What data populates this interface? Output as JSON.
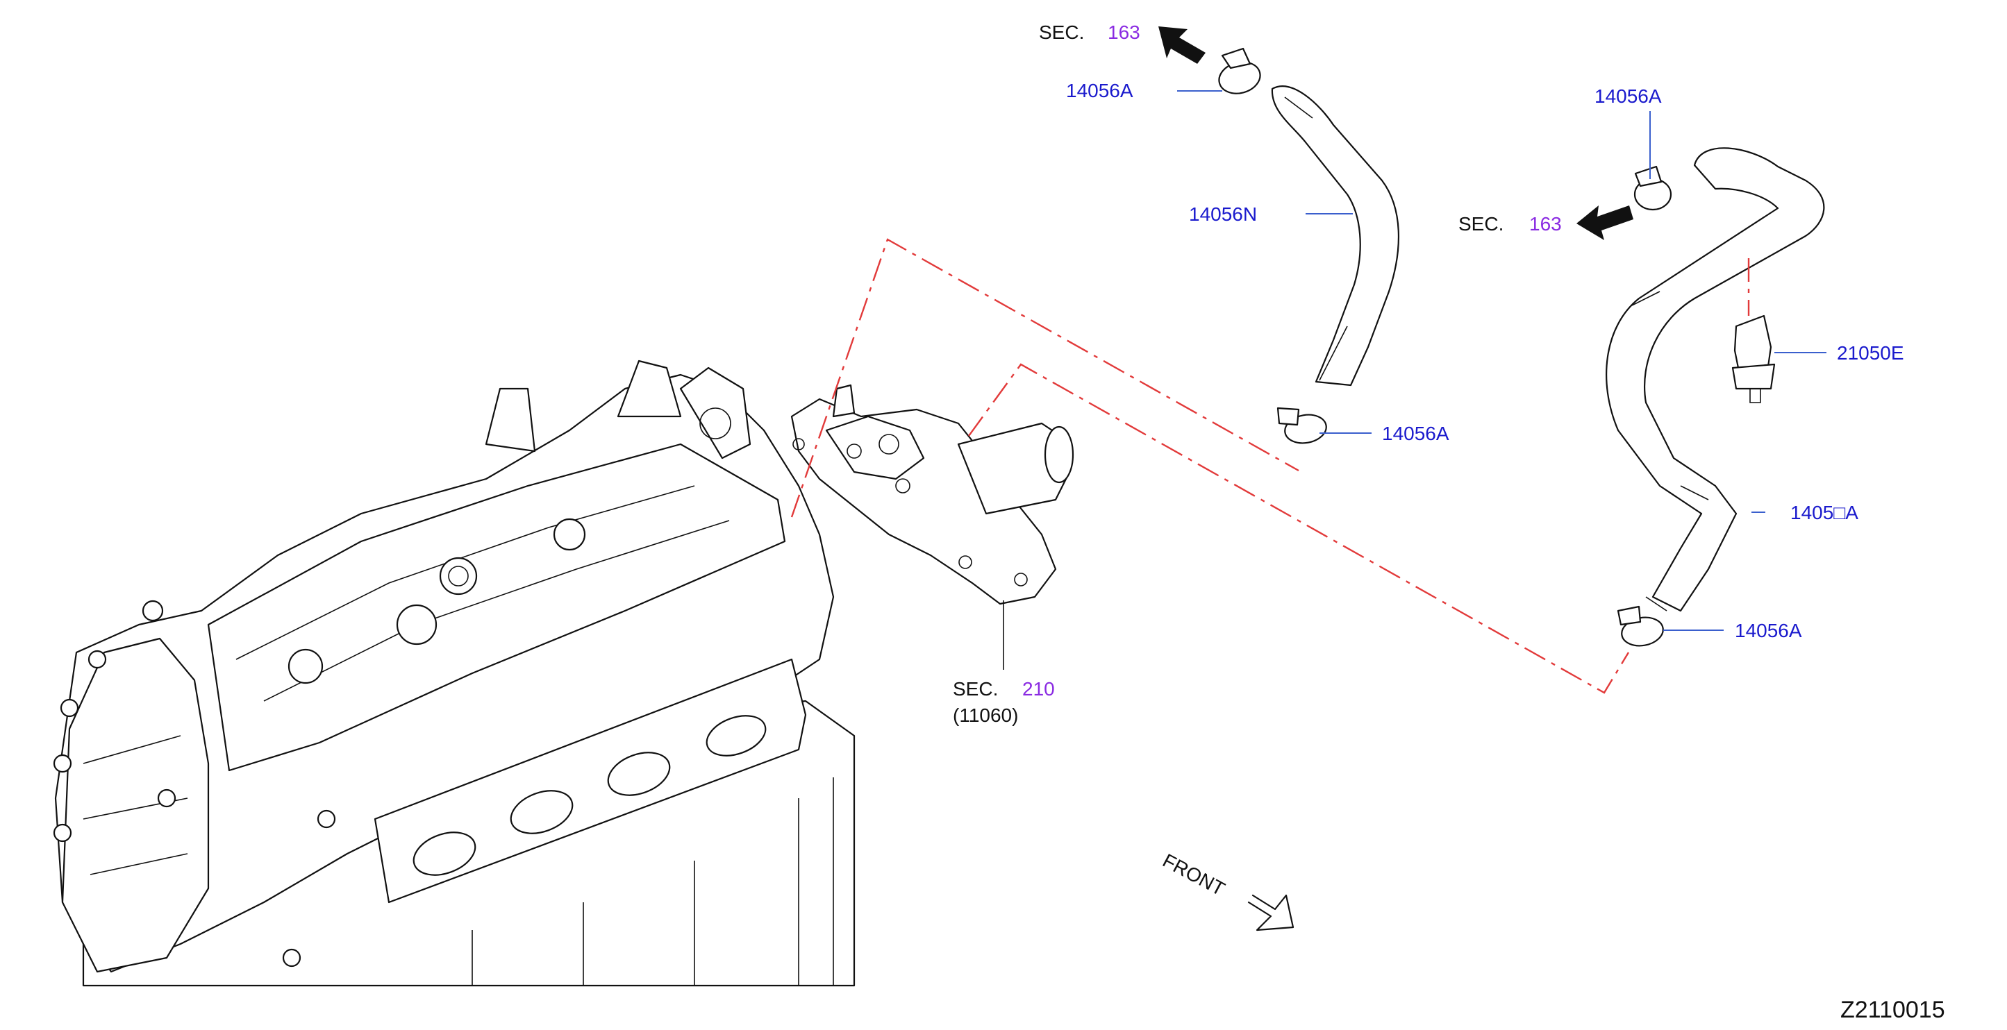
{
  "colors": {
    "part_number": "#1a1acd",
    "section_number": "#8a2be2",
    "dash_line": "#e23a3a",
    "line_art": "#111111"
  },
  "callouts": {
    "sec163_top": {
      "prefix": "SEC.",
      "num": "163"
    },
    "sec163_right": {
      "prefix": "SEC.",
      "num": "163"
    },
    "sec210": {
      "prefix": "SEC.",
      "num": "210",
      "sub": "(11060)"
    },
    "p14056A_top": "14056A",
    "p14056N": "14056N",
    "p14056A_mid": "14056A",
    "p14056A_right_top": "14056A",
    "p21050E": "21050E",
    "p14056_partial": "1405□A",
    "p14056A_right_bottom": "14056A"
  },
  "front_label": "FRONT",
  "figure_id": "Z2110015",
  "icons": {
    "arrow_sec163_top": "arrow-up-left-icon",
    "arrow_sec163_right": "arrow-left-icon",
    "front_arrow": "arrow-down-right-icon"
  }
}
